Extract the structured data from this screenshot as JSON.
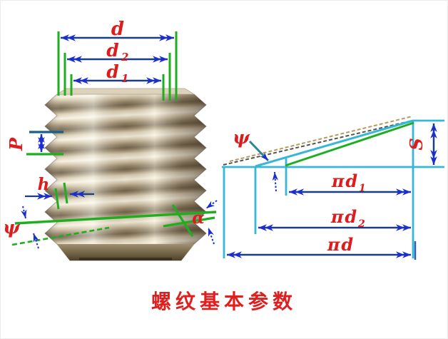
{
  "title": "螺纹基本参数",
  "colors": {
    "label_red": "#dd1d1d",
    "title_red": "#e01e1e",
    "dimension_line_navy": "#1a3d85",
    "arrow_blue": "#1b2fd0",
    "extension_green": "#1fae1f",
    "frame_cyan": "#38b6d8",
    "pitch_topline_teal": "#17608c",
    "helix_tan_dash": "#b59b60",
    "helix_dark_dash": "#54544a",
    "screw_metal_light": "#f6f1e3",
    "screw_metal_dark": "#6b5d47"
  },
  "screw": {
    "d": "d",
    "d2_base": "d",
    "d2_sub": "2",
    "d1_base": "d",
    "d1_sub": "1",
    "pitch": "P",
    "height": "h",
    "psi": "ψ",
    "alpha": "α"
  },
  "helix": {
    "psi": "ψ",
    "lead": "S",
    "pid1_base": "πd",
    "pid1_sub": "1",
    "pid2_base": "πd",
    "pid2_sub": "2",
    "pid": "πd"
  }
}
